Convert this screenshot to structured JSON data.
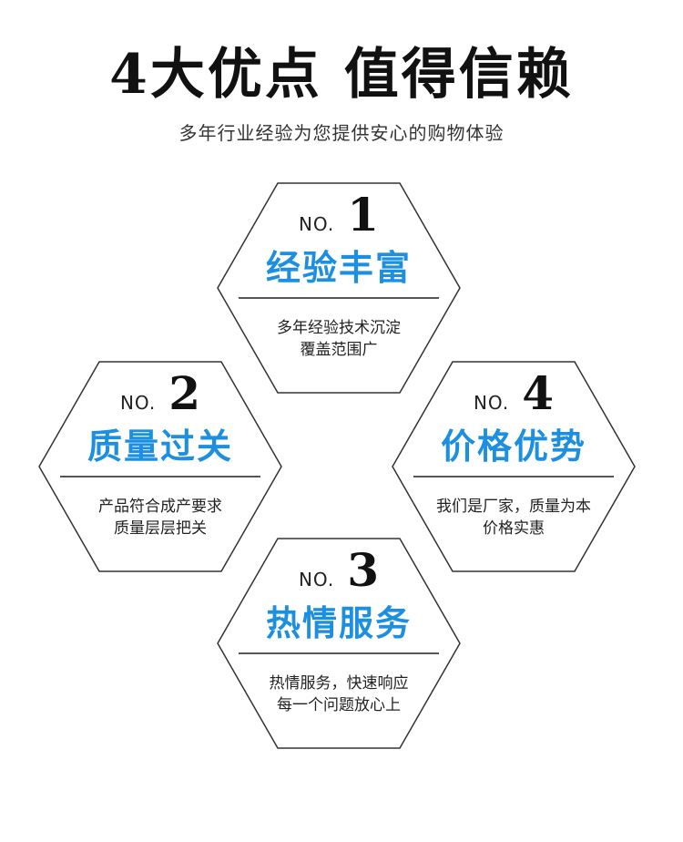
{
  "header": {
    "title": "4大优点 值得信赖",
    "subtitle": "多年行业经验为您提供安心的购物体验"
  },
  "features": [
    {
      "no_label": "NO.",
      "number": "1",
      "name": "经验丰富",
      "desc_line1": "多年经验技术沉淀",
      "desc_line2": "覆盖范围广"
    },
    {
      "no_label": "NO.",
      "number": "2",
      "name": "质量过关",
      "desc_line1": "产品符合成产要求",
      "desc_line2": "质量层层把关"
    },
    {
      "no_label": "NO.",
      "number": "4",
      "name": "价格优势",
      "desc_line1": "我们是厂家，质量为本",
      "desc_line2": "价格实惠"
    },
    {
      "no_label": "NO.",
      "number": "3",
      "name": "热情服务",
      "desc_line1": "热情服务，快速响应",
      "desc_line2": "每一个问题放心上"
    }
  ],
  "colors": {
    "accent": "#1d8fe0",
    "hex_stroke": "#333333"
  }
}
